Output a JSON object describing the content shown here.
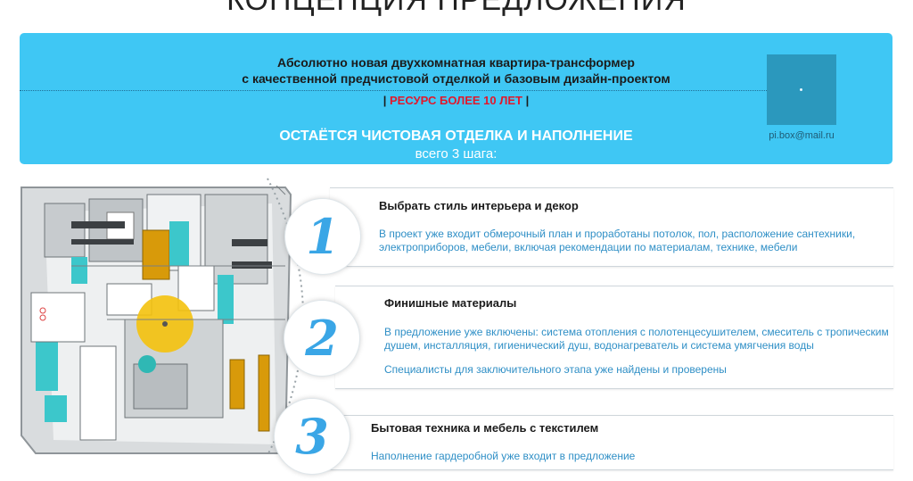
{
  "header": {
    "title": "КОНЦЕПЦИЯ ПРЕДЛОЖЕНИЯ"
  },
  "banner": {
    "line1": "Абсолютно новая двухкомнатная квартира-трансформер",
    "line2": "с качественной предчистовой отделкой и базовым дизайн-проектом",
    "resource_prefix": "| ",
    "resource_text": "РЕСУРС БОЛЕЕ 10 ЛЕТ",
    "resource_suffix": " |",
    "finish": "ОСТАЁТСЯ ЧИСТОВАЯ ОТДЕЛКА И НАПОЛНЕНИЕ",
    "steps": "всего 3 шага:",
    "email": "pi.box@mail.ru"
  },
  "steps": [
    {
      "number": "1",
      "title": "Выбрать стиль интерьера и декор",
      "text": "В проект уже входит обмерочный план и проработаны потолок, пол, расположение сантехники, электроприборов, мебели, включая рекомендации по материалам, технике, мебели"
    },
    {
      "number": "2",
      "title": "Финишные материалы",
      "text": "В предложение уже включены: система отопления с полотенцесушителем, смеситель с тропическим душем, инсталляция, гигиенический душ, водонагреватель и система умягчения воды",
      "text2": "Специалисты для заключительного этапа уже найдены и проверены"
    },
    {
      "number": "3",
      "title": "Бытовая техника и мебель с текстилем",
      "text": "Наполнение гардеробной уже входит в предложение"
    }
  ],
  "colors": {
    "banner": "#3fc7f4",
    "accent_red": "#e1182c",
    "step_text": "#2f8fc6",
    "step_number": "#3aa6e6"
  }
}
